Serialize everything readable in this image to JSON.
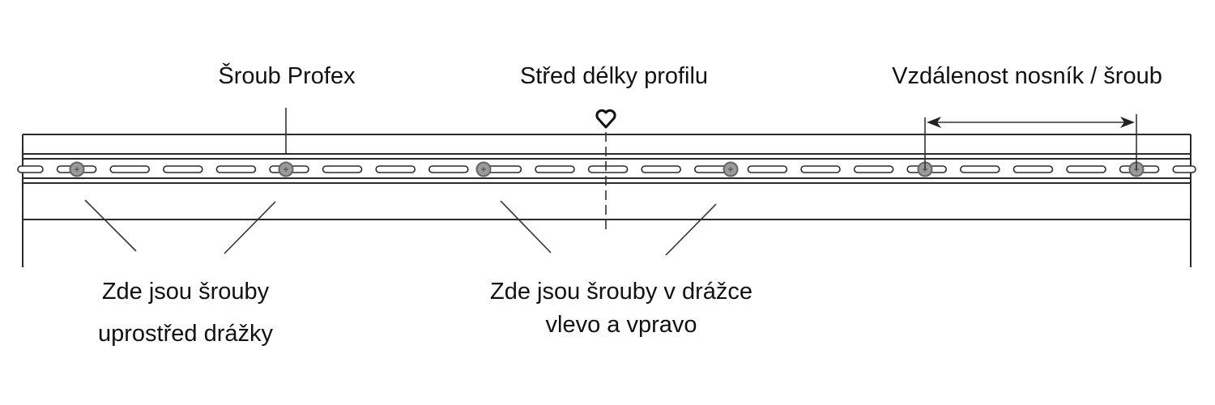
{
  "labels": {
    "screw": "Šroub Profex",
    "center": "Střed délky profilu",
    "distance": "Vzdálenost nosník / šroub",
    "middle_line1": "Zde jsou šrouby",
    "middle_line2": "uprostřed drážky",
    "sides_line1": "Zde jsou šrouby v drážce",
    "sides_line2": "vlevo a vpravo"
  },
  "icons": {
    "center_mark": "heart-icon",
    "screw": "screw-icon"
  },
  "colors": {
    "line": "#2a2a2a",
    "screw_fill": "#9a9a9a",
    "screw_stroke": "#666666"
  }
}
